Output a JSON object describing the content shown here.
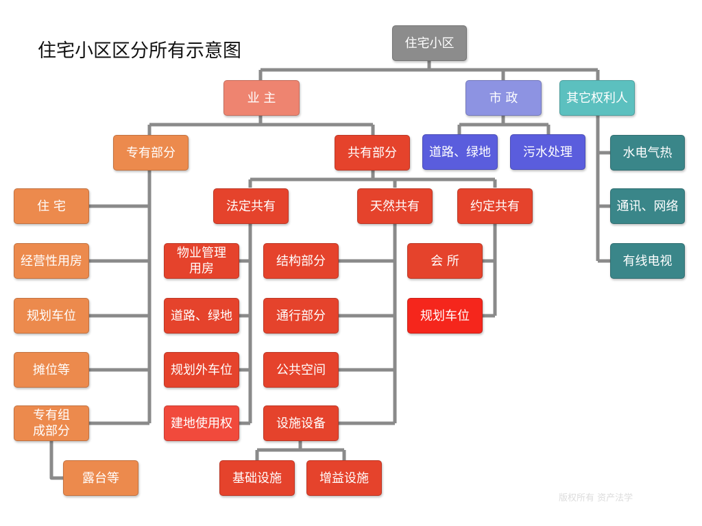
{
  "title": "住宅小区区分所有示意图",
  "colors": {
    "line": "#8a8a8a",
    "root": "#8c8c8c",
    "owner": "#ee8470",
    "municipal": "#8d93e2",
    "municipal_child": "#5a5ddd",
    "other_rights": "#5cc0bf",
    "other_child": "#3a8689",
    "exclusive": "#ec8a4d",
    "common": "#e5432c"
  },
  "nodes": {
    "root": "住宅小区",
    "owner": "业 主",
    "municipal": "市 政",
    "other_rights": "其它权利人",
    "exclusive": "专有部分",
    "common": "共有部分",
    "road_green_municipal": "道路、绿地",
    "sewage": "污水处理",
    "utilities": "水电气热",
    "telecom": "通讯、网络",
    "cable_tv": "有线电视",
    "residence": "住 宅",
    "commercial": "经营性用房",
    "planned_parking": "规划车位",
    "stalls": "摊位等",
    "exclusive_component": "专有组成部分",
    "balcony": "露台等",
    "legal_common": "法定共有",
    "natural_common": "天然共有",
    "agreed_common": "约定共有",
    "property_mgmt": "物业管理用房",
    "road_green_legal": "道路、绿地",
    "extra_parking": "规划外车位",
    "land_use_right": "建地使用权",
    "structure": "结构部分",
    "passage": "通行部分",
    "public_space": "公共空间",
    "facilities": "设施设备",
    "basic_facilities": "基础设施",
    "value_added_facilities": "增益设施",
    "clubhouse": "会 所",
    "planned_parking_agreed": "规划车位"
  },
  "footer": "版权所有 资产法学"
}
